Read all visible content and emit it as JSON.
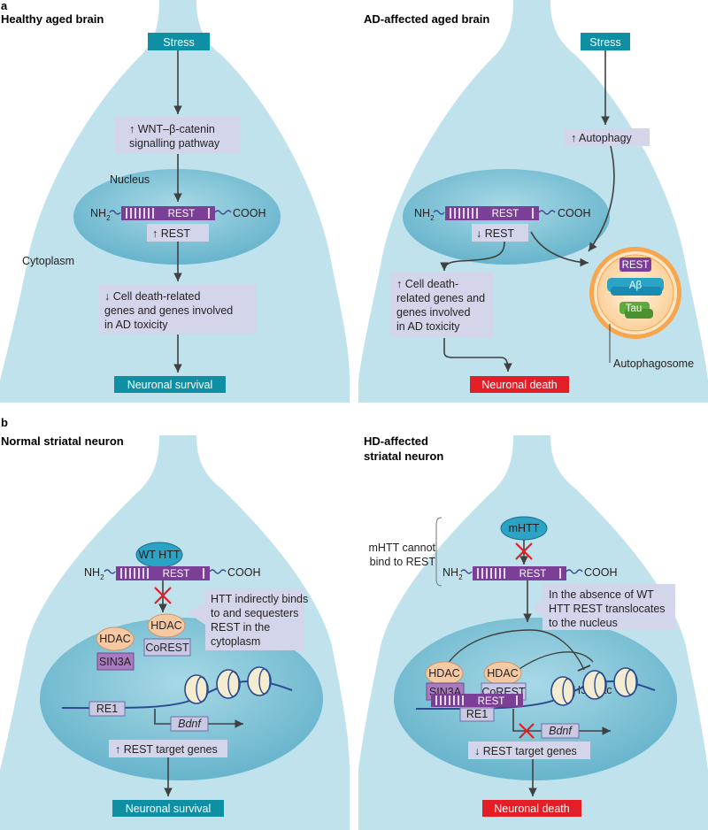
{
  "panel_a": {
    "label": "a",
    "left": {
      "title": "Healthy aged brain",
      "stress": "Stress",
      "wnt_line1": "↑ WNT–β-catenin",
      "wnt_line2": "signalling pathway",
      "nucleus": "Nucleus",
      "nh2": "NH",
      "nh2_sub": "2",
      "rest": "REST",
      "cooh": "COOH",
      "rest_up": "↑ REST",
      "cytoplasm": "Cytoplasm",
      "genes_line1": "↓ Cell death-related",
      "genes_line2": "genes and genes involved",
      "genes_line3": "in AD toxicity",
      "outcome": "Neuronal survival"
    },
    "right": {
      "title": "AD-affected aged brain",
      "stress": "Stress",
      "autophagy": "↑ Autophagy",
      "nh2": "NH",
      "nh2_sub": "2",
      "rest": "REST",
      "cooh": "COOH",
      "rest_down": "↓ REST",
      "genes_line1": "↑ Cell death-",
      "genes_line2": "related genes and",
      "genes_line3": "genes involved",
      "genes_line4": "in AD toxicity",
      "ap_rest": "REST",
      "ap_abeta": "Aβ",
      "ap_tau": "Tau",
      "autophagosome": "Autophagosome",
      "outcome": "Neuronal death"
    }
  },
  "panel_b": {
    "label": "b",
    "left": {
      "title": "Normal striatal neuron",
      "wthtt": "WT HTT",
      "nh2": "NH",
      "nh2_sub": "2",
      "rest": "REST",
      "cooh": "COOH",
      "callout_line1": "HTT indirectly binds",
      "callout_line2": "to and sequesters",
      "callout_line3": "REST in the",
      "callout_line4": "cytoplasm",
      "hdac1": "HDAC",
      "hdac2": "HDAC",
      "sin3a": "SIN3A",
      "corest": "CoREST",
      "re1": "RE1",
      "bdnf": "Bdnf",
      "targets": "↑ REST target genes",
      "outcome": "Neuronal survival"
    },
    "right": {
      "title_line1": "HD-affected",
      "title_line2": "striatal neuron",
      "mhtt": "mHTT",
      "cannot_line1": "mHTT cannot",
      "cannot_line2": "bind to REST",
      "nh2": "NH",
      "nh2_sub": "2",
      "rest": "REST",
      "cooh": "COOH",
      "callout_line1": "In the absence of WT",
      "callout_line2": "HTT REST translocates",
      "callout_line3": "to the nucleus",
      "hdac1": "HDAC",
      "hdac2": "HDAC",
      "sin3a": "SIN3A",
      "corest": "CoREST",
      "h3k9ac": "H3K9ac",
      "rest_dna": "REST",
      "re1": "RE1",
      "bdnf": "Bdnf",
      "targets": "↓ REST target genes",
      "outcome": "Neuronal death"
    }
  },
  "colors": {
    "cell": "#bfe2ec",
    "nucleus": "#78bfd5",
    "box": "#d3d5ea",
    "teal": "#0e8fa3",
    "red": "#e31e26",
    "rest_purple": "#7b3f98",
    "hdac": "#f7c9a3",
    "sin3a": "#a77bbd",
    "autophagosome": "#f7a54f"
  }
}
